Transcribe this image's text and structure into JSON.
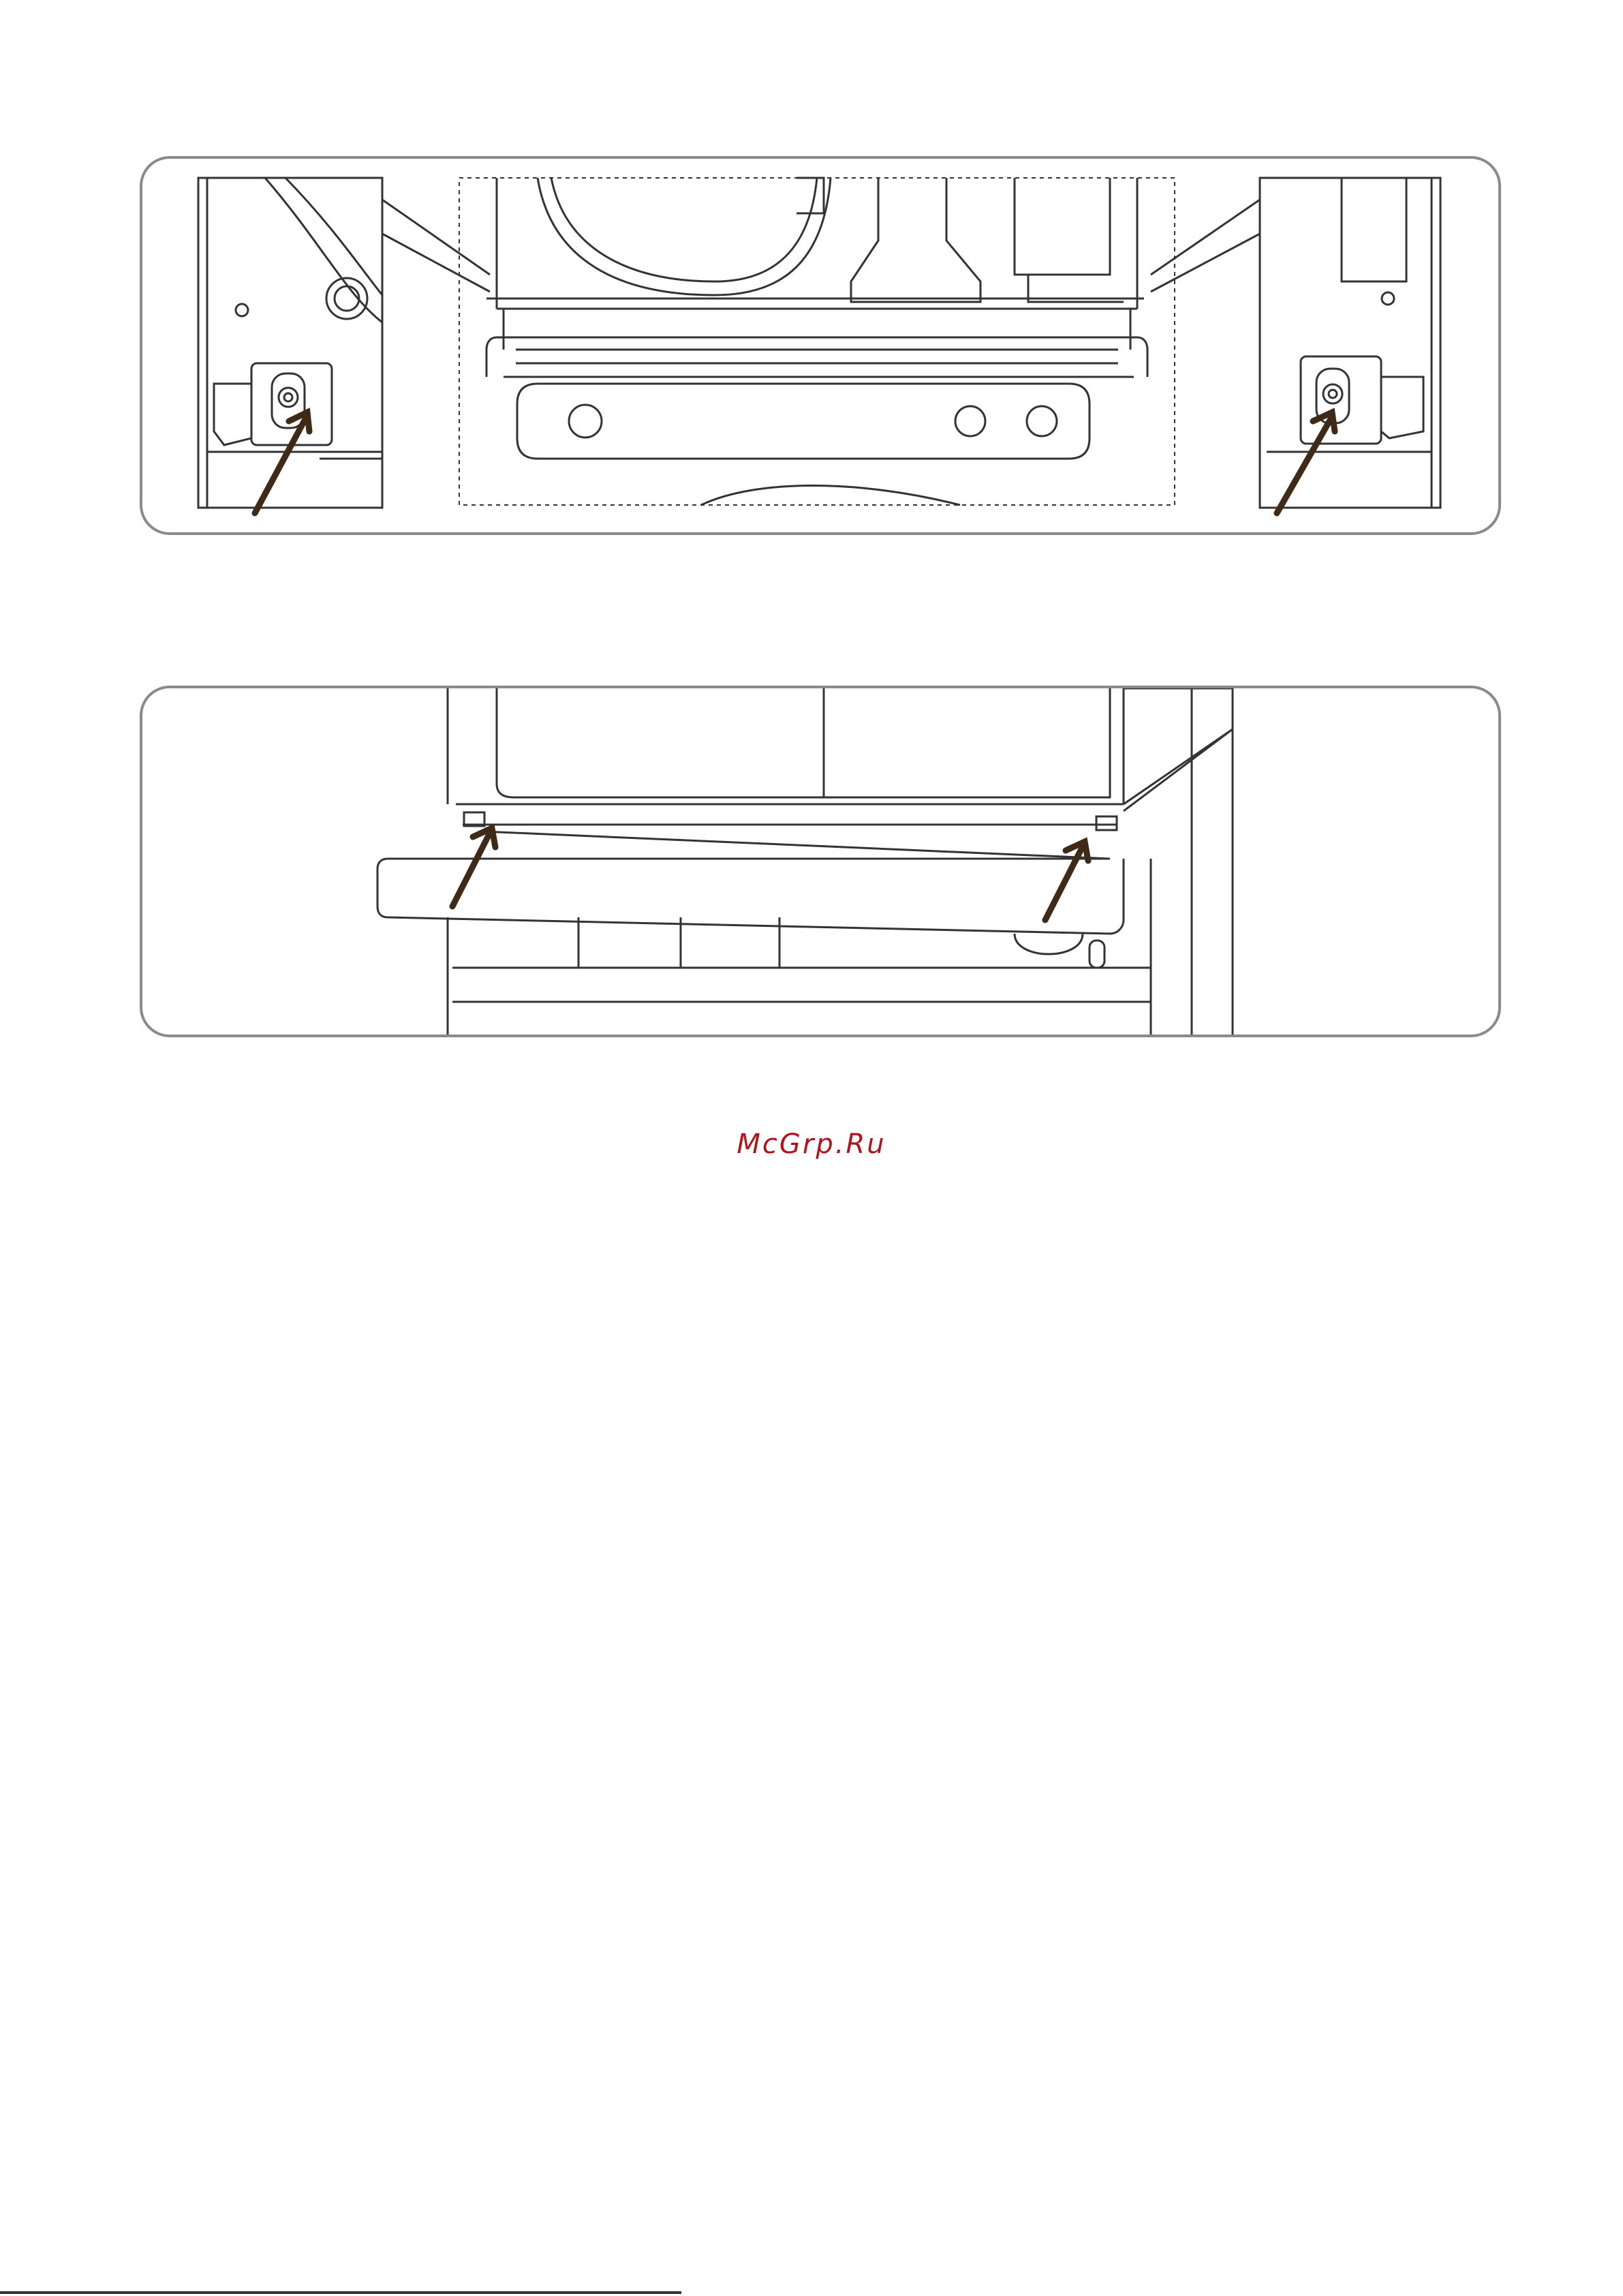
{
  "watermark": {
    "text": "McGrp.Ru",
    "color": "#b0141c"
  },
  "colors": {
    "line": "#333333",
    "arrow": "#3e2a17",
    "panel_border": "#8a8a8a"
  },
  "illustrations": [
    {
      "id": "top",
      "description_icon": "dryer-base-leveling-feet-icon"
    },
    {
      "id": "bottom",
      "description_icon": "pedestal-drawer-icon"
    }
  ]
}
